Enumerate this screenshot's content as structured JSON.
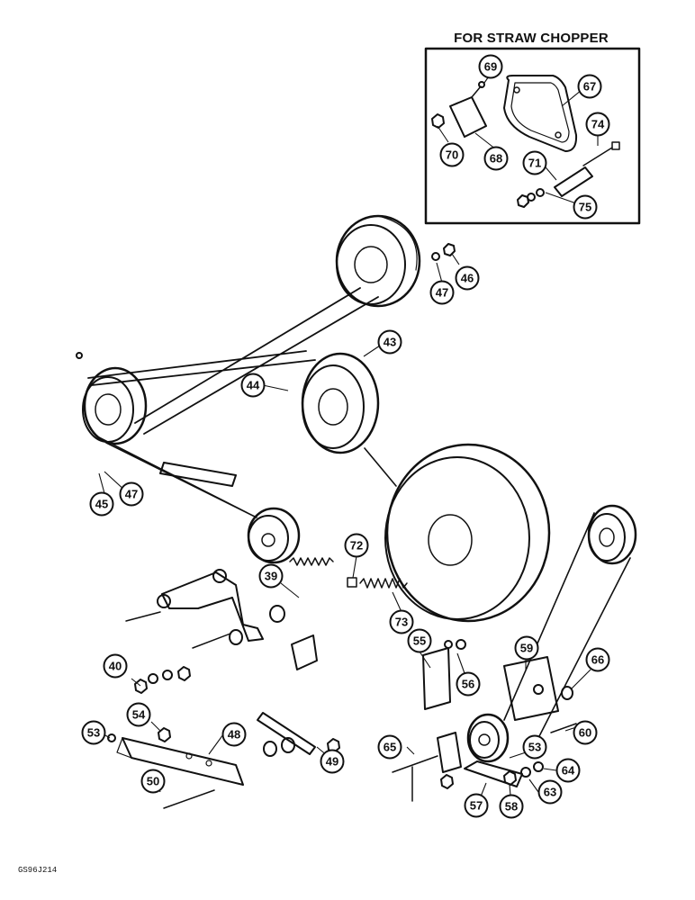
{
  "inset": {
    "title": "FOR STRAW CHOPPER"
  },
  "figure_code": "GS96J214",
  "callouts": [
    {
      "id": "c69",
      "label": "69"
    },
    {
      "id": "c67",
      "label": "67"
    },
    {
      "id": "c74",
      "label": "74"
    },
    {
      "id": "c70",
      "label": "70"
    },
    {
      "id": "c68",
      "label": "68"
    },
    {
      "id": "c71",
      "label": "71"
    },
    {
      "id": "c75",
      "label": "75"
    },
    {
      "id": "c46",
      "label": "46"
    },
    {
      "id": "c47a",
      "label": "47"
    },
    {
      "id": "c43",
      "label": "43"
    },
    {
      "id": "c44",
      "label": "44"
    },
    {
      "id": "c45",
      "label": "45"
    },
    {
      "id": "c47b",
      "label": "47"
    },
    {
      "id": "c72",
      "label": "72"
    },
    {
      "id": "c39",
      "label": "39"
    },
    {
      "id": "c73",
      "label": "73"
    },
    {
      "id": "c55",
      "label": "55"
    },
    {
      "id": "c59",
      "label": "59"
    },
    {
      "id": "c40",
      "label": "40"
    },
    {
      "id": "c56",
      "label": "56"
    },
    {
      "id": "c66",
      "label": "66"
    },
    {
      "id": "c54",
      "label": "54"
    },
    {
      "id": "c53a",
      "label": "53"
    },
    {
      "id": "c48",
      "label": "48"
    },
    {
      "id": "c49",
      "label": "49"
    },
    {
      "id": "c60",
      "label": "60"
    },
    {
      "id": "c53b",
      "label": "53"
    },
    {
      "id": "c65",
      "label": "65"
    },
    {
      "id": "c64",
      "label": "64"
    },
    {
      "id": "c50",
      "label": "50"
    },
    {
      "id": "c63",
      "label": "63"
    },
    {
      "id": "c58",
      "label": "58"
    },
    {
      "id": "c57",
      "label": "57"
    }
  ]
}
